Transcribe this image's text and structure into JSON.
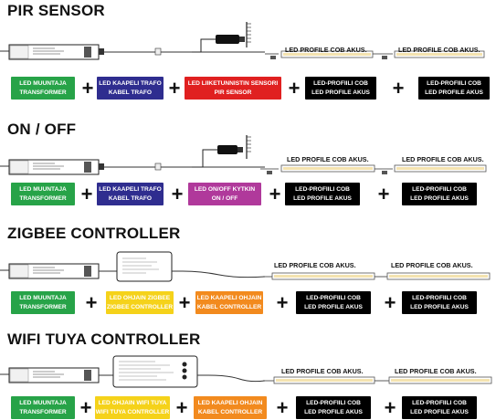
{
  "sections": [
    {
      "title": "PIR SENSOR",
      "profile_labels": [
        "LED PROFILE COB AKUS.",
        "LED PROFILE COB AKUS."
      ],
      "badges": [
        {
          "line1": "LED MUUNTAJA",
          "line2": "TRANSFORMER",
          "color": "#27a348"
        },
        {
          "line1": "LED KAAPELI TRAFO",
          "line2": "KABEL TRAFO",
          "color": "#2f2d8f"
        },
        {
          "line1": "LED LIIKETUNNISTIN SENSORI",
          "line2": "PIR SENSOR",
          "color": "#e02020"
        },
        {
          "line1": "LED-PROFIILI COB",
          "line2": "LED PROFILE AKUS",
          "color": "#000000"
        },
        {
          "line1": "LED-PROFIILI COB",
          "line2": "LED PROFILE AKUS",
          "color": "#000000"
        }
      ]
    },
    {
      "title": "ON / OFF",
      "profile_labels": [
        "LED PROFILE COB AKUS.",
        "LED PROFILE COB AKUS."
      ],
      "badges": [
        {
          "line1": "LED MUUNTAJA",
          "line2": "TRANSFORMER",
          "color": "#27a348"
        },
        {
          "line1": "LED KAAPELI TRAFO",
          "line2": "KABEL TRAFO",
          "color": "#2f2d8f"
        },
        {
          "line1": "LED ON/OFF KYTKIN",
          "line2": "ON / OFF",
          "color": "#b0399b"
        },
        {
          "line1": "LED-PROFIILI COB",
          "line2": "LED PROFILE AKUS",
          "color": "#000000"
        },
        {
          "line1": "LED-PROFIILI COB",
          "line2": "LED PROFILE AKUS",
          "color": "#000000"
        }
      ]
    },
    {
      "title": "ZIGBEE CONTROLLER",
      "profile_labels": [
        "LED PROFILE COB AKUS.",
        "LED PROFILE COB AKUS."
      ],
      "badges": [
        {
          "line1": "LED MUUNTAJA",
          "line2": "TRANSFORMER",
          "color": "#27a348"
        },
        {
          "line1": "LED OHJAIN ZIGBEE",
          "line2": "ZIGBEE CONTROLLER",
          "color": "#f5d21a"
        },
        {
          "line1": "LED KAAPELI OHJAIN",
          "line2": "KABEL CONTROLLER",
          "color": "#f28a1e"
        },
        {
          "line1": "LED-PROFIILI COB",
          "line2": "LED PROFILE AKUS",
          "color": "#000000"
        },
        {
          "line1": "LED-PROFIILI COB",
          "line2": "LED PROFILE AKUS",
          "color": "#000000"
        }
      ]
    },
    {
      "title": "WIFI TUYA CONTROLLER",
      "profile_labels": [
        "LED PROFILE COB AKUS.",
        "LED PROFILE COB AKUS."
      ],
      "badges": [
        {
          "line1": "LED MUUNTAJA",
          "line2": "TRANSFORMER",
          "color": "#27a348"
        },
        {
          "line1": "LED OHJAIN WIFI TUYA",
          "line2": "WIFI TUYA CONTROLLER",
          "color": "#f5d21a"
        },
        {
          "line1": "LED KAAPELI OHJAIN",
          "line2": "KABEL CONTROLLER",
          "color": "#f28a1e"
        },
        {
          "line1": "LED-PROFIILI COB",
          "line2": "LED PROFILE AKUS",
          "color": "#000000"
        },
        {
          "line1": "LED-PROFIILI COB",
          "line2": "LED PROFILE AKUS",
          "color": "#000000"
        }
      ]
    }
  ]
}
